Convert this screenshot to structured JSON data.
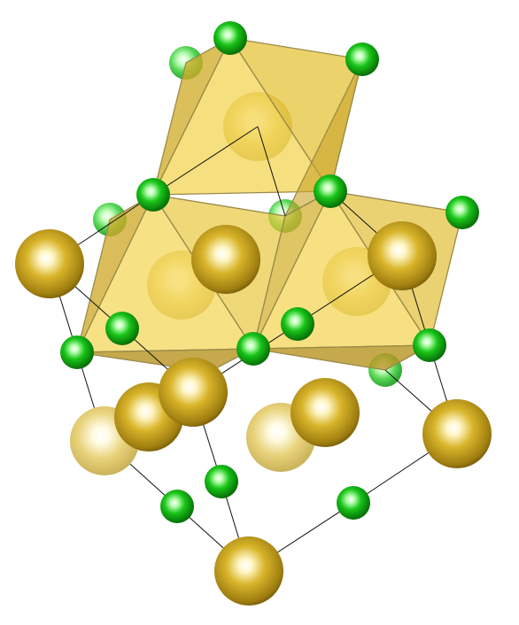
{
  "structure": {
    "colors": {
      "background": "#ffffff",
      "polyhedron_fill": "#e8c53a",
      "polyhedron_edge": "#9a8a4a",
      "large_atom": "#c9a21c",
      "small_atom": "#11b511",
      "bond": "#111111"
    },
    "atoms": [
      {
        "id": "g1",
        "kind": "small"
      },
      {
        "id": "g2",
        "kind": "small"
      },
      {
        "id": "g3",
        "kind": "small"
      },
      {
        "id": "g4",
        "kind": "small"
      },
      {
        "id": "g5",
        "kind": "small"
      },
      {
        "id": "g6",
        "kind": "small"
      },
      {
        "id": "g7",
        "kind": "small"
      },
      {
        "id": "g8",
        "kind": "small"
      },
      {
        "id": "g9",
        "kind": "small"
      },
      {
        "id": "g10",
        "kind": "small"
      },
      {
        "id": "g11",
        "kind": "small"
      },
      {
        "id": "g12",
        "kind": "small"
      },
      {
        "id": "g13",
        "kind": "small"
      },
      {
        "id": "g14",
        "kind": "small"
      },
      {
        "id": "g15",
        "kind": "small"
      },
      {
        "id": "g16",
        "kind": "small"
      },
      {
        "id": "g17",
        "kind": "small"
      },
      {
        "id": "g18",
        "kind": "small"
      },
      {
        "id": "Y1",
        "kind": "large"
      },
      {
        "id": "Y2",
        "kind": "large"
      },
      {
        "id": "Y3",
        "kind": "large"
      },
      {
        "id": "Y4",
        "kind": "large"
      },
      {
        "id": "Y5",
        "kind": "large"
      },
      {
        "id": "Y6",
        "kind": "large"
      },
      {
        "id": "Y7",
        "kind": "large"
      },
      {
        "id": "Y8",
        "kind": "large"
      },
      {
        "id": "Y9",
        "kind": "large"
      },
      {
        "id": "Y10",
        "kind": "large"
      },
      {
        "id": "Y11",
        "kind": "large"
      },
      {
        "id": "Y12",
        "kind": "large"
      },
      {
        "id": "Y13",
        "kind": "large"
      }
    ]
  }
}
